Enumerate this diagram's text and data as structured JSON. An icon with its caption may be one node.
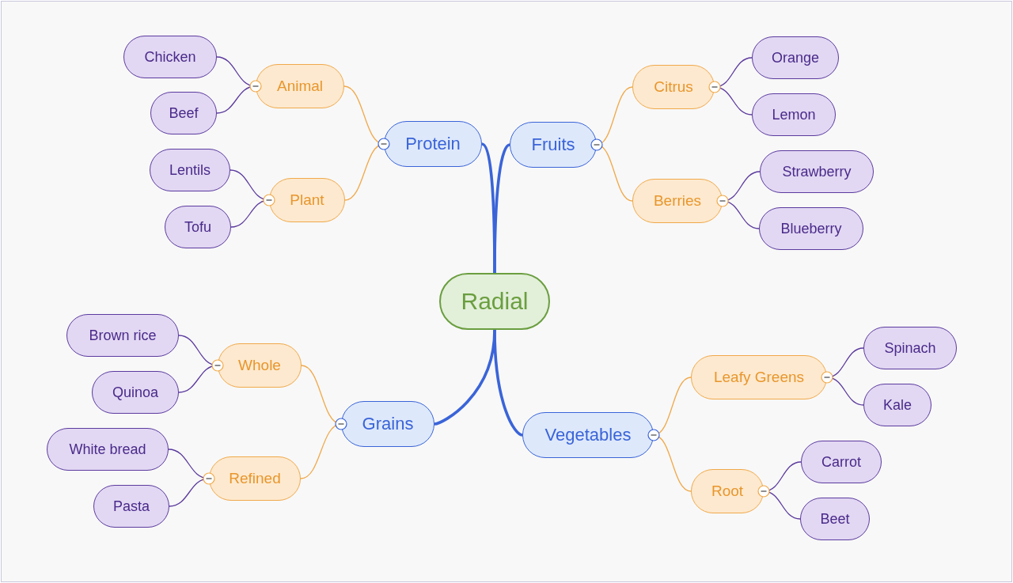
{
  "diagram": {
    "nodes": [
      {
        "text": [
          "Radial"
        ]
      },
      {
        "text": [
          "Protein"
        ]
      },
      {
        "text": [
          "Fruits"
        ]
      },
      {
        "text": [
          "Grains"
        ]
      },
      {
        "text": [
          "Vegetables"
        ]
      },
      {
        "text": [
          "Animal"
        ]
      },
      {
        "text": [
          "Plant"
        ]
      },
      {
        "text": [
          "Citrus"
        ]
      },
      {
        "text": [
          "Berries"
        ]
      },
      {
        "text": [
          "Whole"
        ]
      },
      {
        "text": [
          "Refined"
        ]
      },
      {
        "text": [
          "Leafy Greens"
        ]
      },
      {
        "text": [
          "Root"
        ]
      },
      {
        "text": [
          "Chicken"
        ]
      },
      {
        "text": [
          "Beef"
        ]
      },
      {
        "text": [
          "Lentils"
        ]
      },
      {
        "text": [
          "Tofu"
        ]
      },
      {
        "text": [
          "Orange"
        ]
      },
      {
        "text": [
          "Lemon"
        ]
      },
      {
        "text": [
          "Strawberry"
        ]
      },
      {
        "text": [
          "Blueberry"
        ]
      },
      {
        "text": [
          "Brown rice"
        ]
      },
      {
        "text": [
          "Quinoa"
        ]
      },
      {
        "text": [
          "White bread"
        ]
      },
      {
        "text": [
          "Pasta"
        ]
      },
      {
        "text": [
          "Spinach"
        ]
      },
      {
        "text": [
          "Kale"
        ]
      },
      {
        "text": [
          "Carrot"
        ]
      },
      {
        "text": [
          "Beet"
        ]
      }
    ],
    "edges": [
      {
        "from": 0,
        "to": 1,
        "arrow": "none",
        "style": "thick",
        "color": "#3a64d8"
      },
      {
        "from": 0,
        "to": 2,
        "arrow": "none",
        "style": "thick",
        "color": "#3a64d8"
      },
      {
        "from": 0,
        "to": 3,
        "arrow": "none",
        "style": "thick",
        "color": "#3a64d8"
      },
      {
        "from": 0,
        "to": 4,
        "arrow": "none",
        "style": "thick",
        "color": "#3a64d8"
      },
      {
        "from": 1,
        "to": 5,
        "arrow": "none",
        "color": "#f0a94a"
      },
      {
        "from": 1,
        "to": 6,
        "arrow": "none",
        "color": "#f0a94a"
      },
      {
        "from": 2,
        "to": 7,
        "arrow": "none",
        "color": "#f0a94a"
      },
      {
        "from": 2,
        "to": 8,
        "arrow": "none",
        "color": "#f0a94a"
      },
      {
        "from": 3,
        "to": 9,
        "arrow": "none",
        "color": "#f0a94a"
      },
      {
        "from": 3,
        "to": 10,
        "arrow": "none",
        "color": "#f0a94a"
      },
      {
        "from": 4,
        "to": 11,
        "arrow": "none",
        "color": "#f0a94a"
      },
      {
        "from": 4,
        "to": 12,
        "arrow": "none",
        "color": "#f0a94a"
      },
      {
        "from": 5,
        "to": 13,
        "arrow": "none"
      },
      {
        "from": 5,
        "to": 14,
        "arrow": "none"
      },
      {
        "from": 6,
        "to": 15,
        "arrow": "none"
      },
      {
        "from": 6,
        "to": 16,
        "arrow": "none"
      },
      {
        "from": 7,
        "to": 17,
        "arrow": "none"
      },
      {
        "from": 7,
        "to": 18,
        "arrow": "none"
      },
      {
        "from": 8,
        "to": 19,
        "arrow": "none"
      },
      {
        "from": 8,
        "to": 20,
        "arrow": "none"
      },
      {
        "from": 9,
        "to": 21,
        "arrow": "none"
      },
      {
        "from": 9,
        "to": 22,
        "arrow": "none"
      },
      {
        "from": 10,
        "to": 23,
        "arrow": "none"
      },
      {
        "from": 10,
        "to": 24,
        "arrow": "none"
      },
      {
        "from": 11,
        "to": 25,
        "arrow": "none"
      },
      {
        "from": 11,
        "to": 26,
        "arrow": "none"
      },
      {
        "from": 12,
        "to": 27,
        "arrow": "none"
      },
      {
        "from": 12,
        "to": 28,
        "arrow": "none"
      }
    ]
  }
}
